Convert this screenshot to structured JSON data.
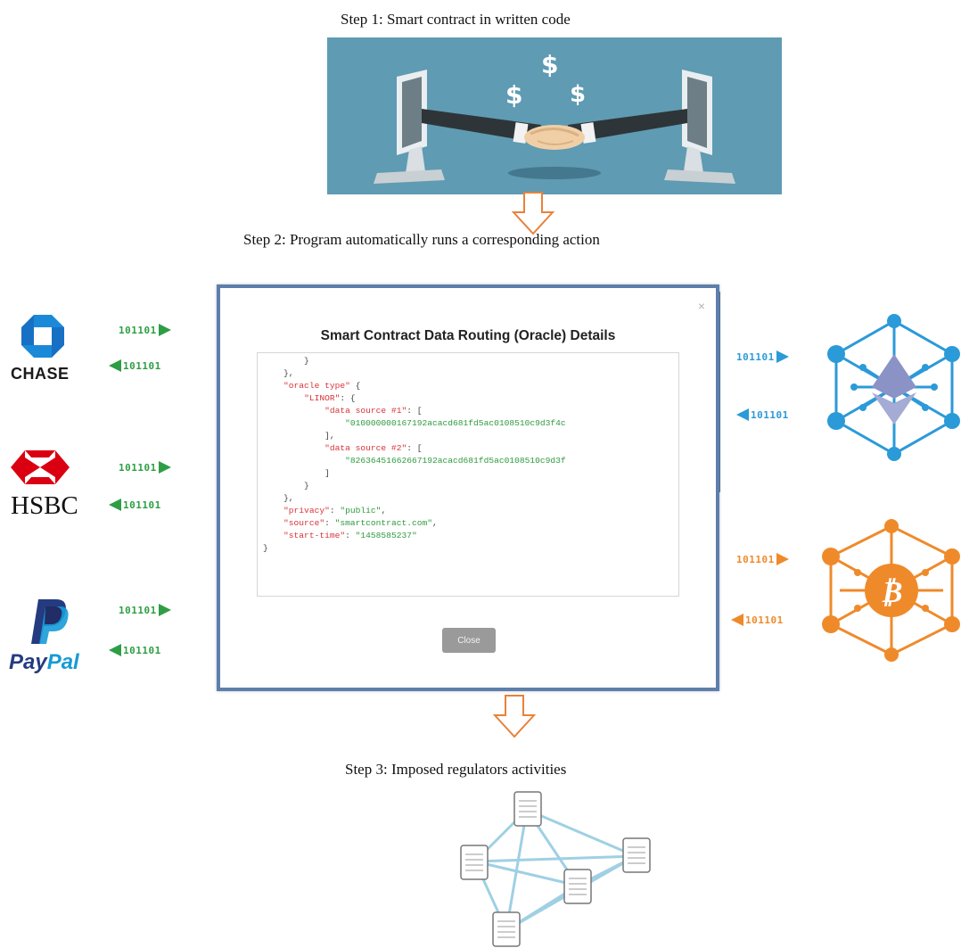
{
  "steps": {
    "step1": "Step 1: Smart contract in written code",
    "step2": "Step 2: Program automatically runs a corresponding action",
    "step3": "Step 3: Imposed regulators activities"
  },
  "modal": {
    "title": "Smart Contract Data Routing (Oracle) Details",
    "close_x": "×",
    "close_button": "Close",
    "code": {
      "l1": "        }",
      "l2": "    },",
      "l3_key": "\"oracle type\"",
      "l3_rest": " {",
      "l4_key": "\"LINOR\"",
      "l4_rest": ": {",
      "l5_key": "\"data source #1\"",
      "l5_rest": ": [",
      "l6_val": "\"010000000167192acacd681fd5ac0108510c9d3f4c",
      "l7": "            ],",
      "l8_key": "\"data source #2\"",
      "l8_rest": ": [",
      "l9_val": "\"82636451662667192acacd681fd5ac0108510c9d3f",
      "l10": "            ]",
      "l11": "        }",
      "l12": "    },",
      "l13_key": "\"privacy\"",
      "l13_val": "\"public\"",
      "l14_key": "\"source\"",
      "l14_val": "\"smartcontract.com\"",
      "l15_key": "\"start-time\"",
      "l15_val": "\"1458585237\"",
      "l16": "}"
    }
  },
  "binary": {
    "out": "101101",
    "in": "101101"
  },
  "logos": {
    "chase": "CHASE",
    "hsbc": "HSBC",
    "paypal_a": "Pay",
    "paypal_b": "Pal"
  },
  "colors": {
    "hero_bg": "#5f9bb3",
    "green": "#2e9e44",
    "blue": "#2b9ad8",
    "orange": "#ef8a2a",
    "modal_border": "#5d7fab",
    "arrow_orange": "#e8823a"
  },
  "icons": {
    "hero": "handshake-over-monitors-icon",
    "ethereum": "ethereum-network-icon",
    "bitcoin": "bitcoin-network-icon",
    "regulators": "scroll-network-icon"
  }
}
